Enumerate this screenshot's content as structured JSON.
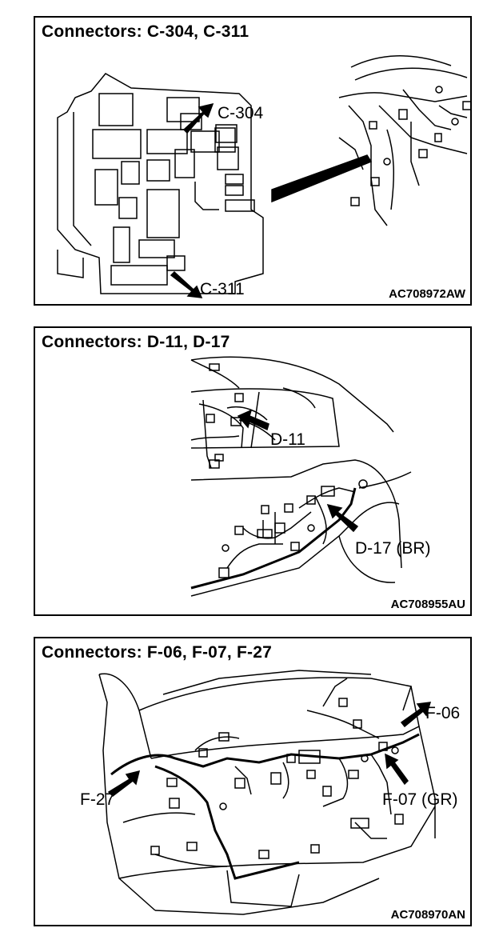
{
  "panels": [
    {
      "title": "Connectors: C-304, C-311",
      "code": "AC708972AW",
      "labels": [
        "C-304",
        "C-311"
      ]
    },
    {
      "title": "Connectors: D-11, D-17",
      "code": "AC708955AU",
      "labels": [
        "D-11",
        "D-17 (BR)"
      ]
    },
    {
      "title": "Connectors: F-06, F-07, F-27",
      "code": "AC708970AN",
      "labels": [
        "F-06",
        "F-07 (GR)",
        "F-27"
      ]
    }
  ]
}
